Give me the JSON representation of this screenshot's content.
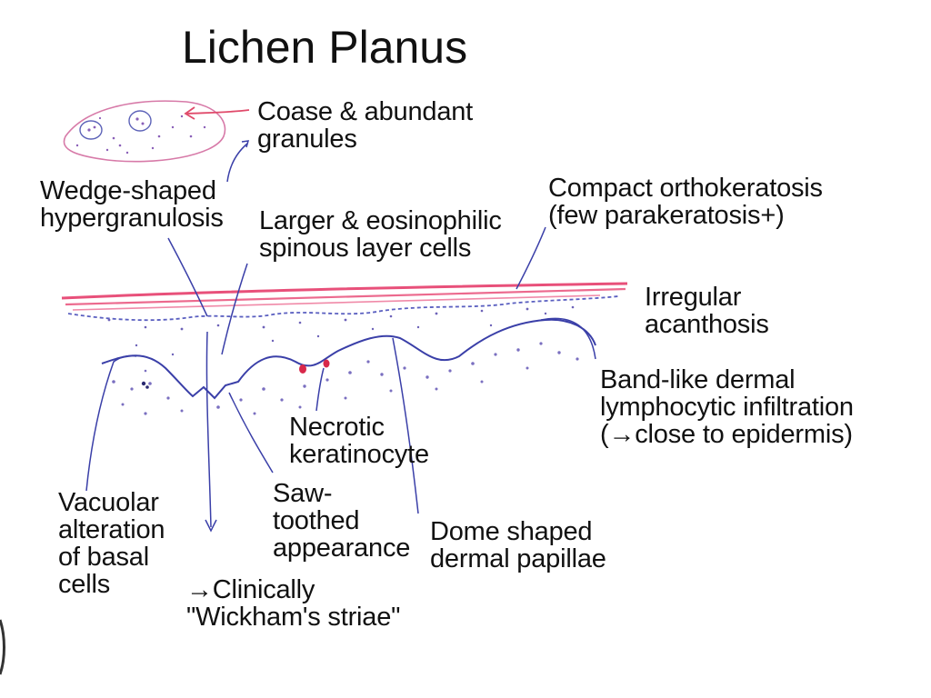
{
  "title": "Lichen Planus",
  "labels": {
    "coarse_granules": "Coase & abundant\ngranules",
    "wedge_hypergranulosis": "Wedge-shaped\nhypergranulosis",
    "spinous_cells": "Larger & eosinophilic\nspinous layer cells",
    "orthokeratosis": "Compact orthokeratosis\n(few parakeratosis+)",
    "acanthosis": "Irregular\nacanthosis",
    "lymphocytic_infiltration": "Band-like dermal\nlymphocytic infiltration\n(→close to epidermis)",
    "necrotic_keratinocyte": "Necrotic\nkeratinocyte",
    "vacuolar_alteration": "Vacuolar\nalteration\nof basal\ncells",
    "saw_toothed": "Saw-\ntoothed\nappearance",
    "clinically": "→Clinically\n\"Wickham's striae\"",
    "dome_papillae": "Dome shaped\ndermal papillae"
  },
  "colors": {
    "keratin_pink": "#e8507a",
    "ink_blue": "#3a3fa8",
    "necrotic_red": "#d8284a",
    "text": "#111111"
  }
}
